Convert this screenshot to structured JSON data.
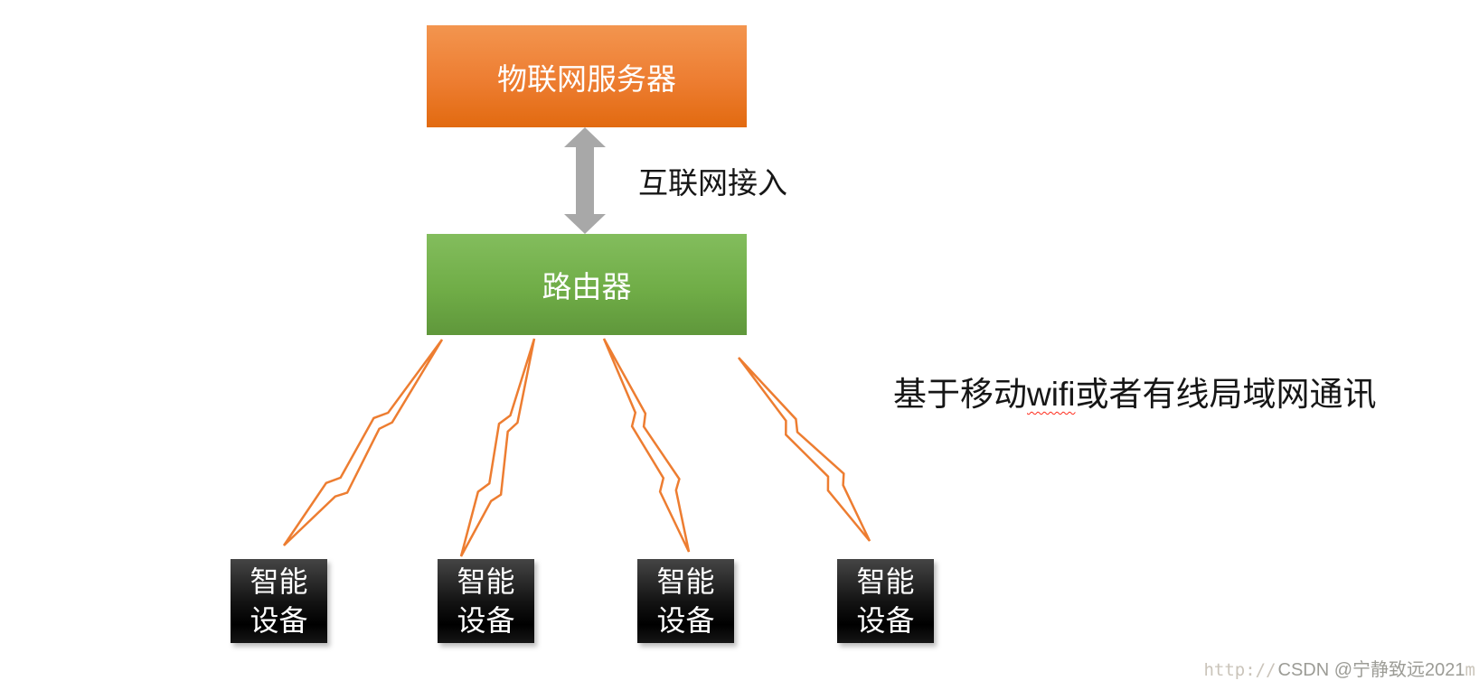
{
  "diagram": {
    "server_label": "物联网服务器",
    "router_label": "路由器",
    "internet_access_label": "互联网接入",
    "lan_note": {
      "before": "基于移动",
      "wifi": "wifi",
      "after": "或者有线局域网通讯"
    },
    "devices": [
      {
        "line1": "智能",
        "line2": "设备"
      },
      {
        "line1": "智能",
        "line2": "设备"
      },
      {
        "line1": "智能",
        "line2": "设备"
      },
      {
        "line1": "智能",
        "line2": "设备"
      }
    ],
    "colors": {
      "server_box": "#ED7D31",
      "router_box": "#70AD47",
      "device_box": "#000000",
      "connector": "#ED7D31",
      "arrow": "#A8A8A8"
    }
  },
  "watermark": {
    "prefix": "http://",
    "main": "CSDN @宁静致远2021",
    "suffix": "m"
  }
}
